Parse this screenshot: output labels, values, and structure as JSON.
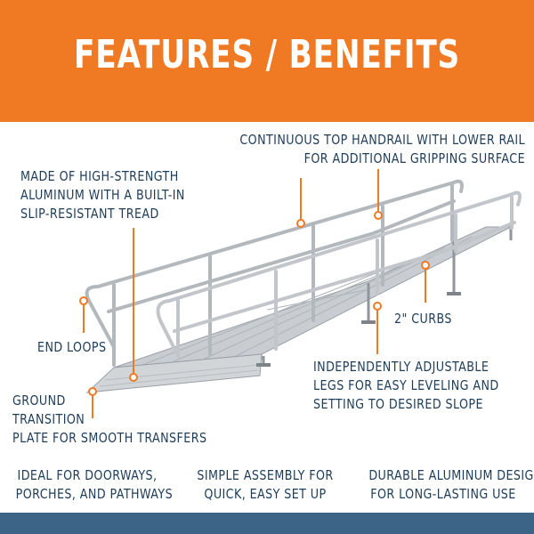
{
  "banner": {
    "title": "FEATURES / BENEFITS",
    "color": "#f07a24"
  },
  "callouts": [
    {
      "id": "handrail",
      "text": "CONTINUOUS TOP HANDRAIL WITH LOWER RAIL\nFOR ADDITIONAL GRIPPING SURFACE"
    },
    {
      "id": "aluminum",
      "text": "MADE OF HIGH-STRENGTH\nALUMINUM WITH A BUILT-IN\nSLIP-RESISTANT TREAD"
    },
    {
      "id": "curbs",
      "text": "2\" CURBS"
    },
    {
      "id": "end-loops",
      "text": "END LOOPS"
    },
    {
      "id": "legs",
      "text": "INDEPENDENTLY ADJUSTABLE\nLEGS FOR EASY LEVELING AND\nSETTING TO DESIRED SLOPE"
    },
    {
      "id": "transition",
      "text": "GROUND\nTRANSITION\nPLATE FOR SMOOTH TRANSFERS"
    }
  ],
  "benefits": [
    {
      "text": "IDEAL FOR DOORWAYS,\nPORCHES, AND PATHWAYS"
    },
    {
      "text": "SIMPLE ASSEMBLY FOR\nQUICK, EASY SET UP"
    },
    {
      "text": "DURABLE ALUMINUM DESIGN\nFOR LONG-LASTING USE"
    }
  ],
  "colors": {
    "text": "#1d3c58",
    "accent": "#f07a24",
    "footer": "#3c6486",
    "ramp": "#c4c8cc"
  }
}
